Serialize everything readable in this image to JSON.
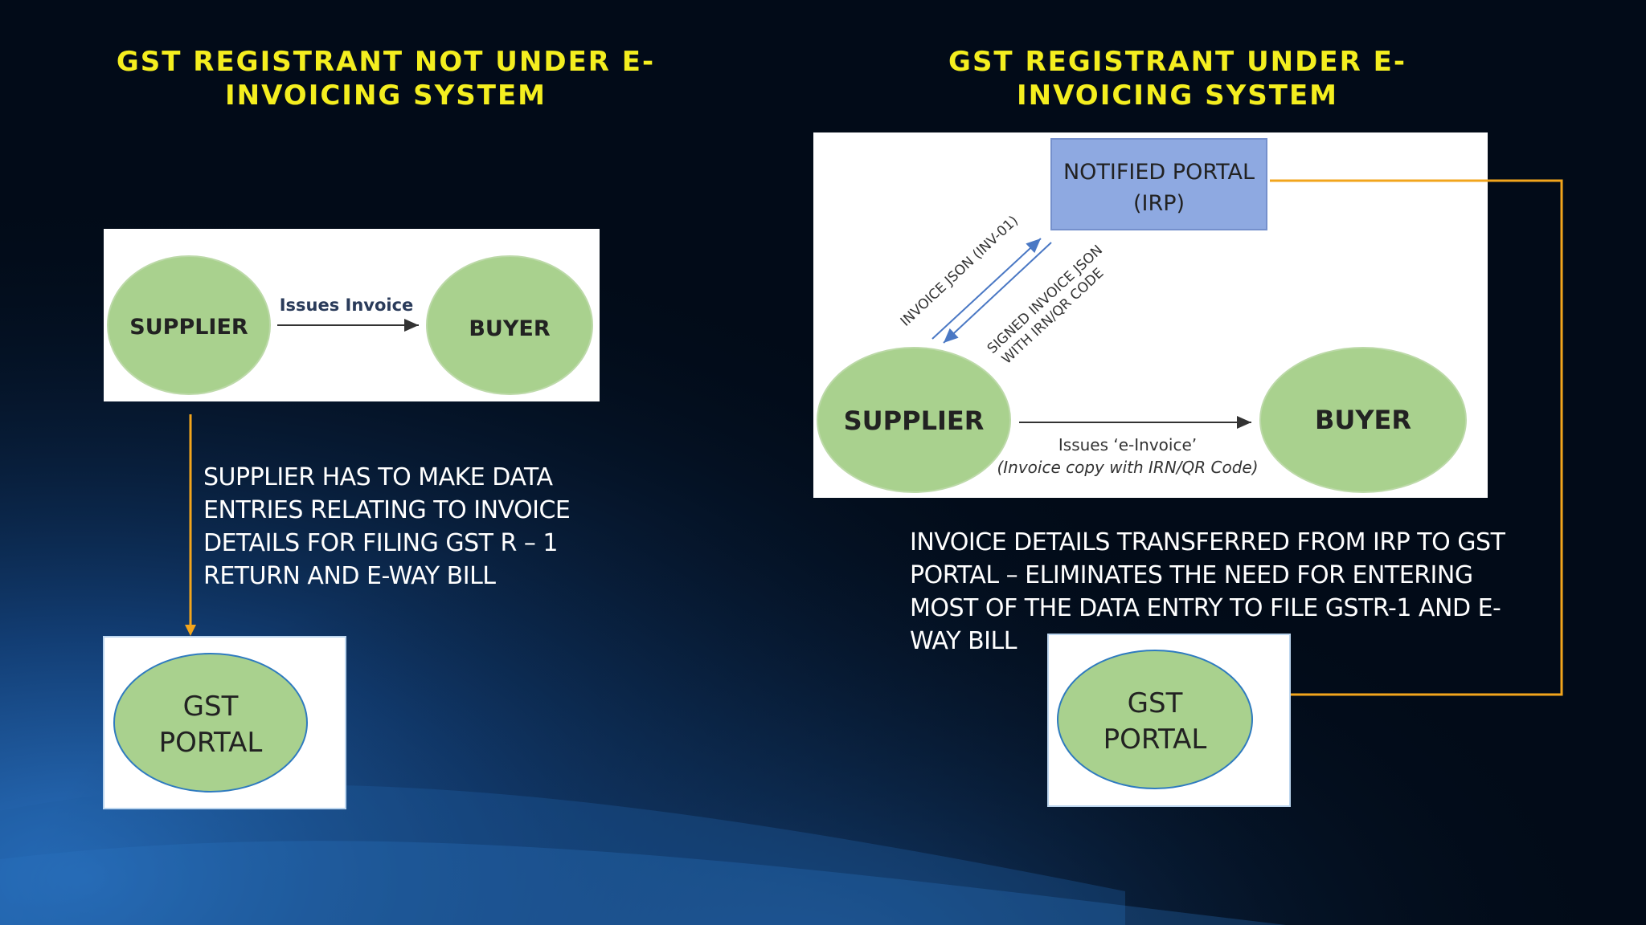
{
  "left": {
    "title": "GST REGISTRANT NOT UNDER E-INVOICING SYSTEM",
    "supplier": "SUPPLIER",
    "buyer": "BUYER",
    "edge_label": "Issues Invoice",
    "description": "SUPPLIER HAS TO MAKE DATA ENTRIES RELATING TO INVOICE DETAILS FOR FILING GST R – 1 RETURN AND E-WAY BILL",
    "portal_line1": "GST",
    "portal_line2": "PORTAL"
  },
  "right": {
    "title": "GST REGISTRANT UNDER E-INVOICING SYSTEM",
    "irp_line1": "NOTIFIED PORTAL",
    "irp_line2": "(IRP)",
    "arrow_up_label": "INVOICE JSON (INV-01)",
    "arrow_down_line1": "SIGNED INVOICE JSON",
    "arrow_down_line2": "WITH IRN/QR CODE",
    "supplier": "SUPPLIER",
    "buyer": "BUYER",
    "edge_label_line1": "Issues ‘e-Invoice’",
    "edge_label_line2": "(Invoice copy with IRN/QR Code)",
    "description": "INVOICE DETAILS  TRANSFERRED FROM IRP TO GST PORTAL – ELIMINATES THE NEED FOR ENTERING MOST OF THE DATA ENTRY TO FILE GSTR-1 AND E-WAY BILL",
    "portal_line1": "GST",
    "portal_line2": "PORTAL"
  },
  "colors": {
    "title": "#f4ee1f",
    "connector": "#f2a51c",
    "node_fill": "#a9d18e",
    "irp_fill": "#8ea9e1",
    "background": "#020b18"
  }
}
